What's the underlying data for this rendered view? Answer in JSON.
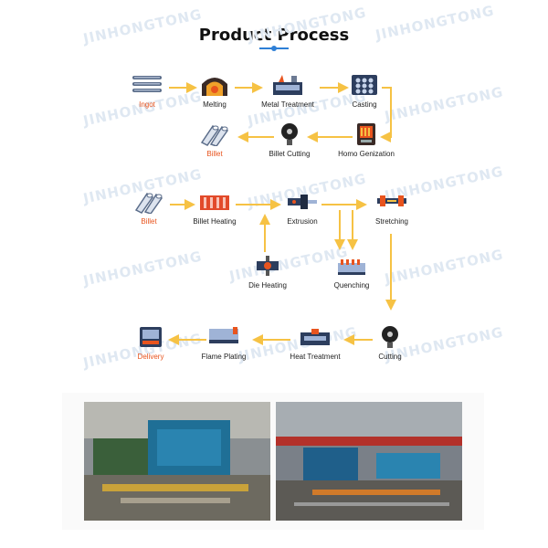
{
  "header": {
    "title": "Product Process"
  },
  "watermark": {
    "text": "JINHONGTONG"
  },
  "colors": {
    "arrow": "#f6c244",
    "accent": "#e8541e",
    "title_rule": "#2e7fd6"
  },
  "stage1": {
    "ingot": {
      "label": "Ingot",
      "icon": "ingot-stack-icon"
    },
    "melting": {
      "label": "Melting",
      "icon": "furnace-icon"
    },
    "metal_treatment": {
      "label": "Metal Treatment",
      "icon": "treatment-tank-icon"
    },
    "casting": {
      "label": "Casting",
      "icon": "casting-mold-icon"
    },
    "homo_genization": {
      "label": "Homo Genization",
      "icon": "homogenization-oven-icon"
    },
    "billet_cutting": {
      "label": "Billet Cutting",
      "icon": "saw-icon"
    },
    "billet": {
      "label": "Billet",
      "icon": "billet-icon"
    }
  },
  "stage2": {
    "billet": {
      "label": "Billet",
      "icon": "billet-icon"
    },
    "billet_heating": {
      "label": "Billet Heating",
      "icon": "heating-icon"
    },
    "extrusion": {
      "label": "Extrusion",
      "icon": "extrusion-press-icon"
    },
    "stretching": {
      "label": "Stretching",
      "icon": "stretcher-icon"
    },
    "die_heating": {
      "label": "Die Heating",
      "icon": "die-heater-icon"
    },
    "quenching": {
      "label": "Quenching",
      "icon": "quench-bath-icon"
    }
  },
  "stage3": {
    "cutting": {
      "label": "Cutting",
      "icon": "saw-icon"
    },
    "heat_treatment": {
      "label": "Heat Treatment",
      "icon": "aging-oven-icon"
    },
    "flame_plating": {
      "label": "Flame Plating",
      "icon": "coating-line-icon"
    },
    "delivery": {
      "label": "Delivery",
      "icon": "truck-icon"
    }
  },
  "photos": [
    {
      "icon": "extrusion-press-photo"
    },
    {
      "icon": "factory-floor-photo"
    }
  ]
}
